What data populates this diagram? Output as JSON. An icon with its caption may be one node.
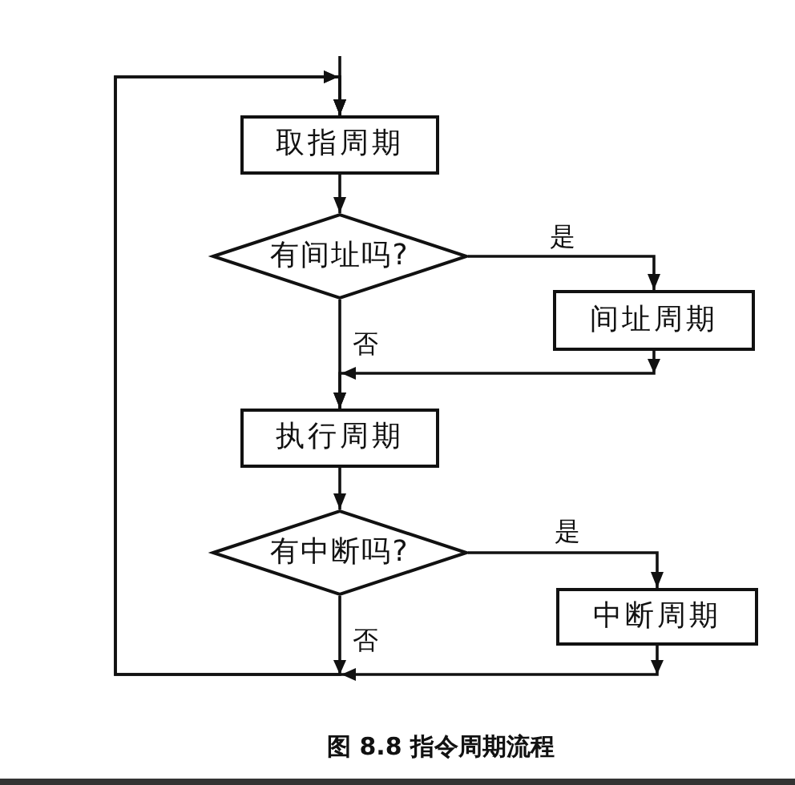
{
  "diagram": {
    "caption": "图 8.8 指令周期流程",
    "nodes": [
      {
        "text": [
          "取指周期"
        ]
      },
      {
        "text": [
          "有间址吗?"
        ]
      },
      {
        "text": [
          "间址周期"
        ]
      },
      {
        "text": [
          "执行周期"
        ]
      },
      {
        "text": [
          "有中断吗?"
        ]
      },
      {
        "text": [
          "中断周期"
        ]
      }
    ],
    "edges": [
      {
        "from": null,
        "to": 0,
        "arrow": "to"
      },
      {
        "from": 0,
        "to": 1,
        "arrow": "to"
      },
      {
        "from": 1,
        "to": 2,
        "arrow": "to",
        "label": "是"
      },
      {
        "from": 1,
        "to": 3,
        "arrow": "to",
        "label": "否"
      },
      {
        "from": 2,
        "to": 3,
        "arrow": "to"
      },
      {
        "from": 3,
        "to": 4,
        "arrow": "to"
      },
      {
        "from": 4,
        "to": 5,
        "arrow": "to",
        "label": "是"
      },
      {
        "from": 4,
        "to": 0,
        "arrow": "to",
        "label": "否"
      },
      {
        "from": 5,
        "to": 0,
        "arrow": "to"
      }
    ]
  }
}
